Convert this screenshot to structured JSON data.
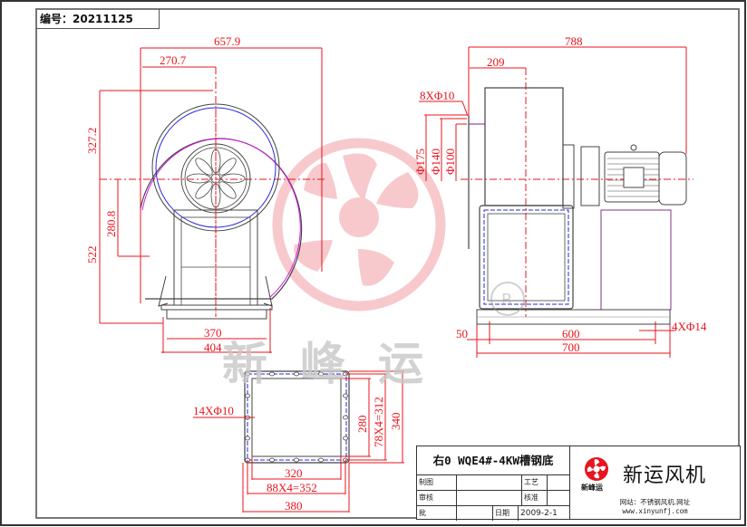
{
  "drawing": {
    "serial_label": "编号：20211125",
    "watermark_text": "新峰运",
    "colors": {
      "dimension": "#e8141e",
      "outline": "#444444",
      "hidden_line": "#2a2ad8",
      "magenta": "#d21ee0",
      "watermark_red": "#f2b8bc",
      "watermark_gray": "#c8c8c8"
    }
  },
  "front_view": {
    "dims": {
      "overall_width": "657.9",
      "center_offset": "270.7",
      "top_height": "327.2",
      "center_height": "280.8",
      "total_height": "522",
      "base_inner": "370",
      "base_outer": "404"
    }
  },
  "side_view": {
    "dims": {
      "overall_length": "788",
      "center_offset": "209",
      "bolt_holes": "8XΦ10",
      "dia_outer": "Φ175",
      "dia_mid": "Φ140",
      "dia_inner": "Φ100",
      "base_offset": "50",
      "base_holes_span": "600",
      "base_length": "700",
      "base_holes": "4XΦ14"
    }
  },
  "outlet_flange": {
    "dims": {
      "holes": "14XΦ10",
      "inner_height": "280",
      "hole_pitch_v": "78X4=312",
      "outer_height": "340",
      "inner_width": "320",
      "hole_pitch_h": "88X4=352",
      "outer_width": "380"
    }
  },
  "title_block": {
    "title": "右0 WQE4#-4KW槽钢底",
    "rows": [
      {
        "label1": "制图",
        "value1": "",
        "label2": "工艺",
        "value2": ""
      },
      {
        "label1": "审核",
        "value1": "",
        "label2": "核准",
        "value2": ""
      },
      {
        "label1": "批",
        "value1": "",
        "label2": "日期",
        "value2": "2009-2-1"
      }
    ],
    "company": "新运风机",
    "logo_caption": "新峰运",
    "website_label": "网站：不锈钢风机.网址",
    "website_url": "www.xinyunfj.com"
  }
}
